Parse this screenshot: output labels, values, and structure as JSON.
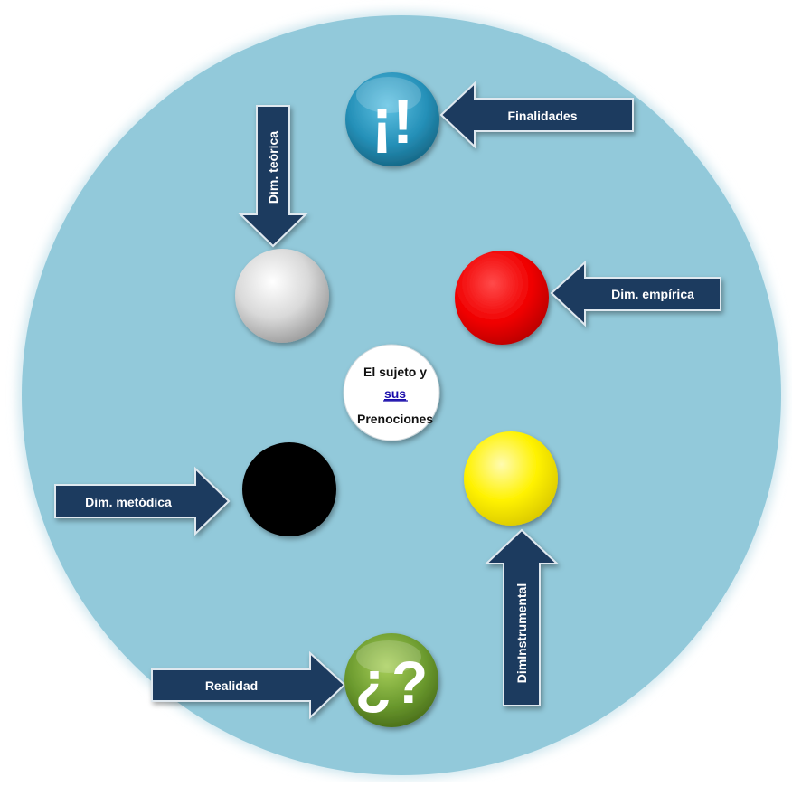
{
  "center": {
    "line1": "El sujeto y",
    "link": "sus",
    "line3": "Prenociones"
  },
  "icons": {
    "top_symbol": "¡!",
    "bottom_symbol": "¿?"
  },
  "labels": {
    "finalidades": "Finalidades",
    "teorica": "Dim.  teórica",
    "empirica": "Dim. empírica",
    "metodica": "Dim.  metódica",
    "instrumental": "DimInstrumental",
    "realidad": "Realidad"
  },
  "colors": {
    "background_circle": "#92C9DA",
    "arrow": "#1F3A5F",
    "sphere_white": "#E6E6E6",
    "sphere_red": "#F20000",
    "sphere_black": "#000000",
    "sphere_yellow": "#FFF200",
    "icon_blue": "#2B96BE",
    "icon_green": "#6B9A2E",
    "link": "#1a0dab"
  }
}
